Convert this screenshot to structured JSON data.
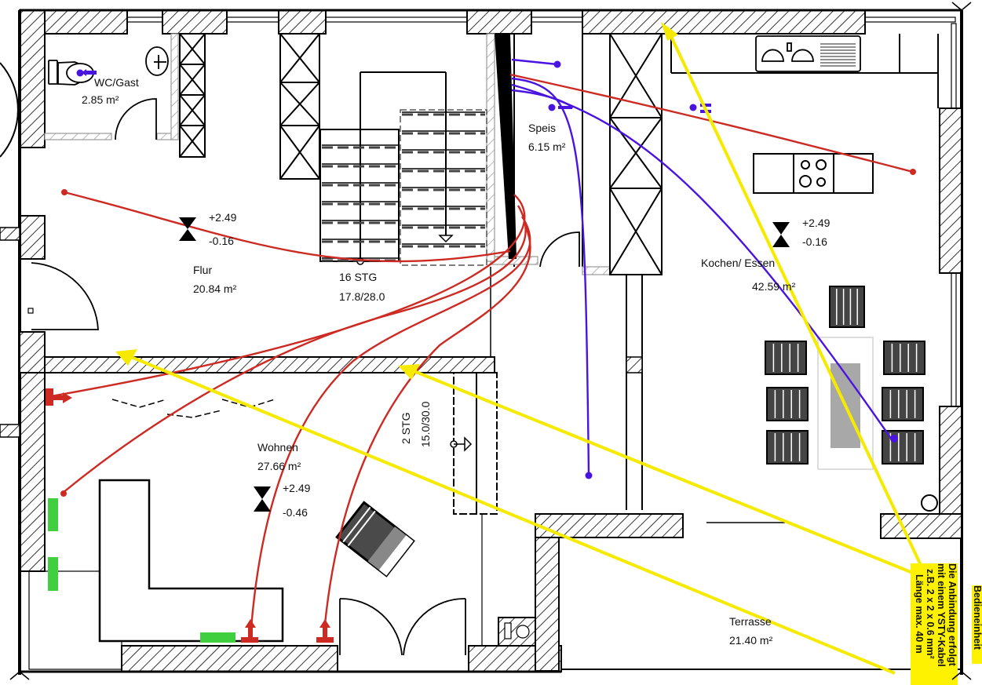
{
  "plan": {
    "title": "Erdgeschoss Grundriss",
    "colors": {
      "wall": "#000000",
      "hatch": "#000000",
      "red_line": "#cc2a22",
      "blue_line": "#4a14e0",
      "yellow_line": "#f5ea00",
      "note_bg": "#fff200",
      "green_marker": "#3fcf3f",
      "furniture_dark": "#444444",
      "table_grey": "#a8a8a8"
    },
    "rooms": [
      {
        "id": "wc",
        "name": "WC/Gast",
        "area": "2.85 m²"
      },
      {
        "id": "flur",
        "name": "Flur",
        "area": "20.84 m²"
      },
      {
        "id": "speis",
        "name": "Speis",
        "area": "6.15 m²"
      },
      {
        "id": "kochen",
        "name": "Kochen/ Essen",
        "area": "42.59 m²"
      },
      {
        "id": "wohnen",
        "name": "Wohnen",
        "area": "27.66 m²"
      },
      {
        "id": "terrasse",
        "name": "Terrasse",
        "area": "21.40 m²"
      }
    ],
    "stairs": [
      {
        "id": "main",
        "steps": "16 STG",
        "ratio": "17.8/28.0"
      },
      {
        "id": "small",
        "steps": "2 STG",
        "ratio": "15.0/30.0"
      }
    ],
    "levels": [
      {
        "id": "flur",
        "upper": "+2.49",
        "lower": "-0.16"
      },
      {
        "id": "kochen",
        "upper": "+2.49",
        "lower": "-0.16"
      },
      {
        "id": "wohnen",
        "upper": "+2.49",
        "lower": "-0.46"
      }
    ],
    "notes": {
      "cable_lines": [
        "Die Anbindung erfolgt",
        "mit einem YSTY-Kabel",
        "z.B. 2 x 2 x 0.6 mm²",
        "Länge max. 40 m"
      ],
      "control_unit": "Bedieneinheit"
    }
  }
}
